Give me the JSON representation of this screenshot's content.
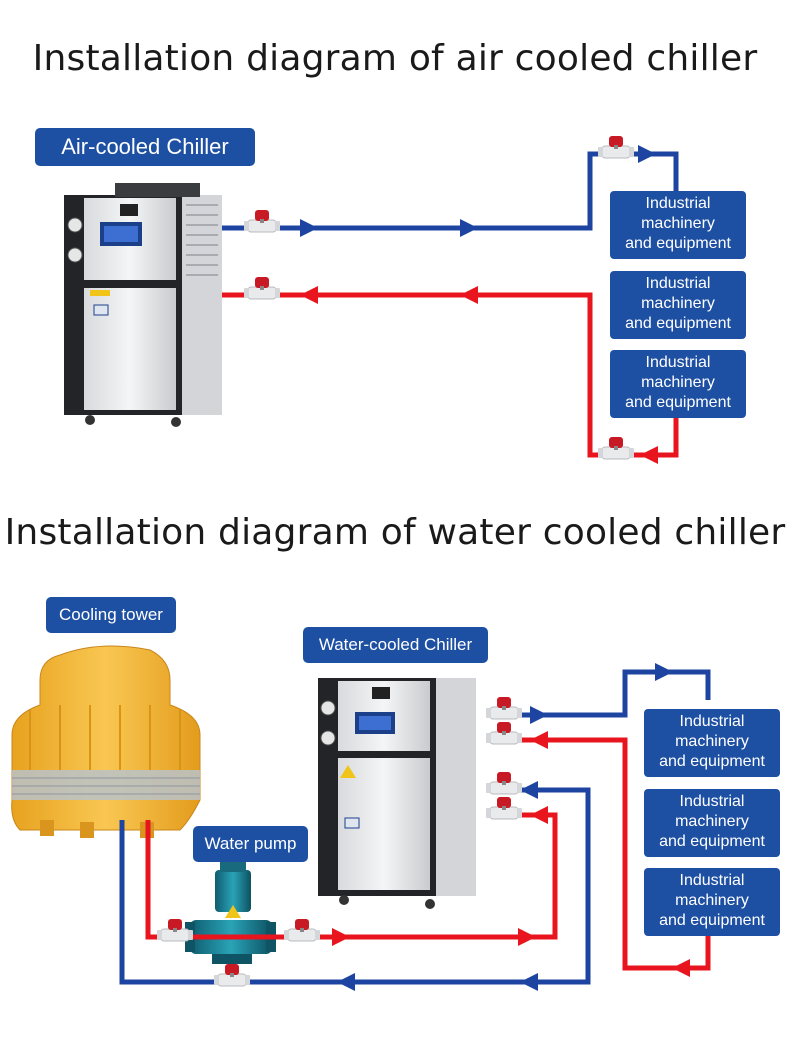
{
  "sections": {
    "air": {
      "title": "Installation diagram of air cooled chiller",
      "chiller_label": "Air-cooled Chiller",
      "equipment": [
        {
          "line1": "Industrial",
          "line2": "machinery",
          "line3": "and equipment"
        },
        {
          "line1": "Industrial",
          "line2": "machinery",
          "line3": "and equipment"
        },
        {
          "line1": "Industrial",
          "line2": "machinery",
          "line3": "and equipment"
        }
      ]
    },
    "water": {
      "title": "Installation diagram of water cooled chiller",
      "tower_label": "Cooling tower",
      "chiller_label": "Water-cooled Chiller",
      "pump_label": "Water pump",
      "equipment": [
        {
          "line1": "Industrial",
          "line2": "machinery",
          "line3": "and equipment"
        },
        {
          "line1": "Industrial",
          "line2": "machinery",
          "line3": "and equipment"
        },
        {
          "line1": "Industrial",
          "line2": "machinery",
          "line3": "and equipment"
        }
      ]
    }
  },
  "colors": {
    "label_bg": "#1d4fa3",
    "supply_pipe": "#1c44a0",
    "return_pipe": "#e8141e",
    "valve_handle": "#c81a24",
    "tower": "#f2b534"
  }
}
